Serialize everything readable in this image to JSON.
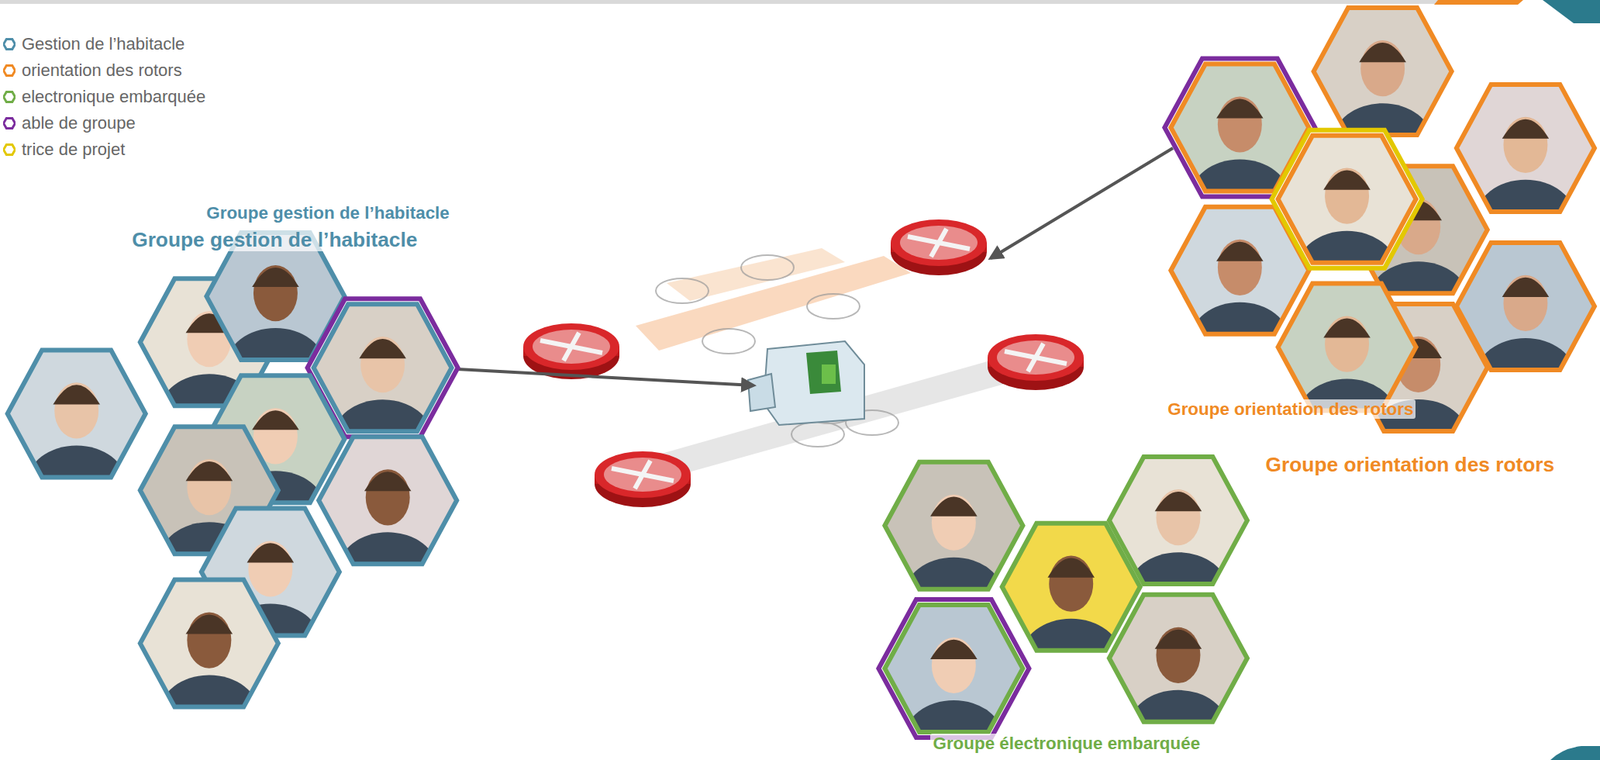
{
  "diagram": {
    "nodes": [
      {
        "text": [
          "Groupe gestion de l’habitacle",
          "Groupe gestion de l’habitacle"
        ]
      },
      {
        "text": [
          "Groupe orientation des rotors",
          "Groupe orientation des rotors"
        ]
      },
      {
        "text": [
          "Groupe électronique embarquée"
        ]
      }
    ],
    "legend": [
      {
        "text": "Gestion de l’habitacle",
        "color": "#4e8ea9"
      },
      {
        "text": "orientation des rotors",
        "color": "#f08a24"
      },
      {
        "text": "electronique embarquée",
        "color": "#70ad47"
      },
      {
        "text": "able de groupe",
        "color": "#7b2c9e"
      },
      {
        "text": "trice de projet",
        "color": "#e3c800"
      }
    ]
  }
}
